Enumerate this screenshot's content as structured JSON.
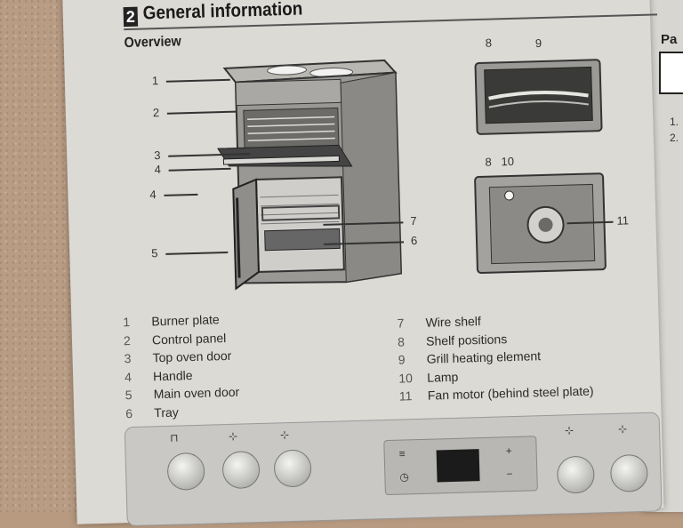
{
  "header": {
    "chapter_number": "2",
    "title": "General information"
  },
  "section": {
    "title": "Overview"
  },
  "side_page": {
    "title": "Pa",
    "items": [
      "1.",
      "2."
    ]
  },
  "callouts": {
    "c1": "1",
    "c2": "2",
    "c3": "3",
    "c4a": "4",
    "c4b": "4",
    "c5": "5",
    "c7": "7",
    "c6": "6",
    "c8a": "8",
    "c9": "9",
    "c8b": "8",
    "c10": "10",
    "c11": "11"
  },
  "legend_left": [
    {
      "num": "1",
      "label": "Burner plate"
    },
    {
      "num": "2",
      "label": "Control panel"
    },
    {
      "num": "3",
      "label": "Top oven door"
    },
    {
      "num": "4",
      "label": "Handle"
    },
    {
      "num": "5",
      "label": "Main oven door"
    },
    {
      "num": "6",
      "label": "Tray"
    }
  ],
  "legend_right": [
    {
      "num": "7",
      "label": "Wire shelf"
    },
    {
      "num": "8",
      "label": "Shelf positions"
    },
    {
      "num": "9",
      "label": "Grill heating element"
    },
    {
      "num": "10",
      "label": "Lamp"
    },
    {
      "num": "11",
      "label": "Fan motor (behind steel plate)"
    }
  ],
  "control_panel": {
    "timer_buttons": {
      "menu": "≡",
      "clock": "◷",
      "plus": "+",
      "minus": "−"
    }
  }
}
